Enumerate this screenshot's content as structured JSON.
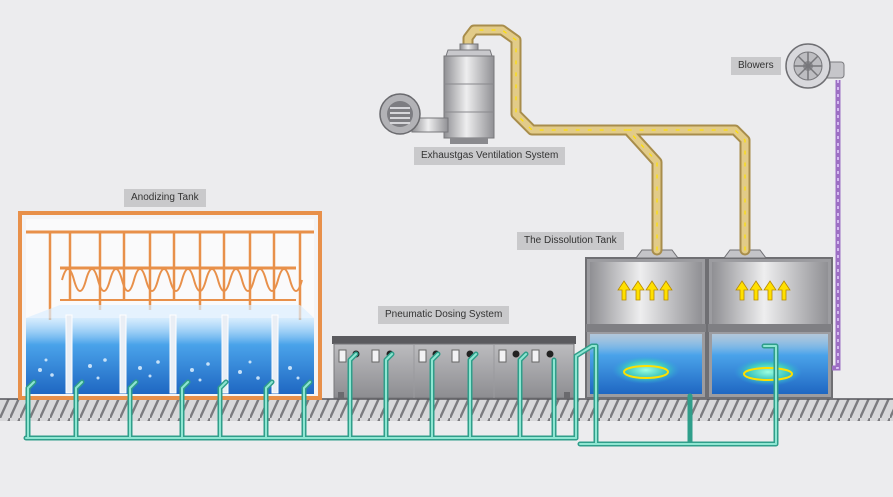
{
  "labels": {
    "exhaust": "Exhaustgas Ventilation System",
    "blowers": "Blowers",
    "anodizing": "Anodizing Tank",
    "dissolution": "The Dissolution Tank",
    "pneumatic": "Pneumatic Dosing System"
  },
  "colors": {
    "background": "#ececee",
    "frame": "#e8904a",
    "water": "#3a8fd8",
    "pipe_teal": "#5fc9b4",
    "pipe_gold": "#d8b85a",
    "pipe_purple": "#b58ad6",
    "arrow_yellow": "#ffe000",
    "metal": "#a0a0a4"
  },
  "icons": {
    "blower": "centrifugal-blower-icon",
    "fan": "exhaust-fan-icon",
    "airflow": "up-arrow-icon"
  }
}
